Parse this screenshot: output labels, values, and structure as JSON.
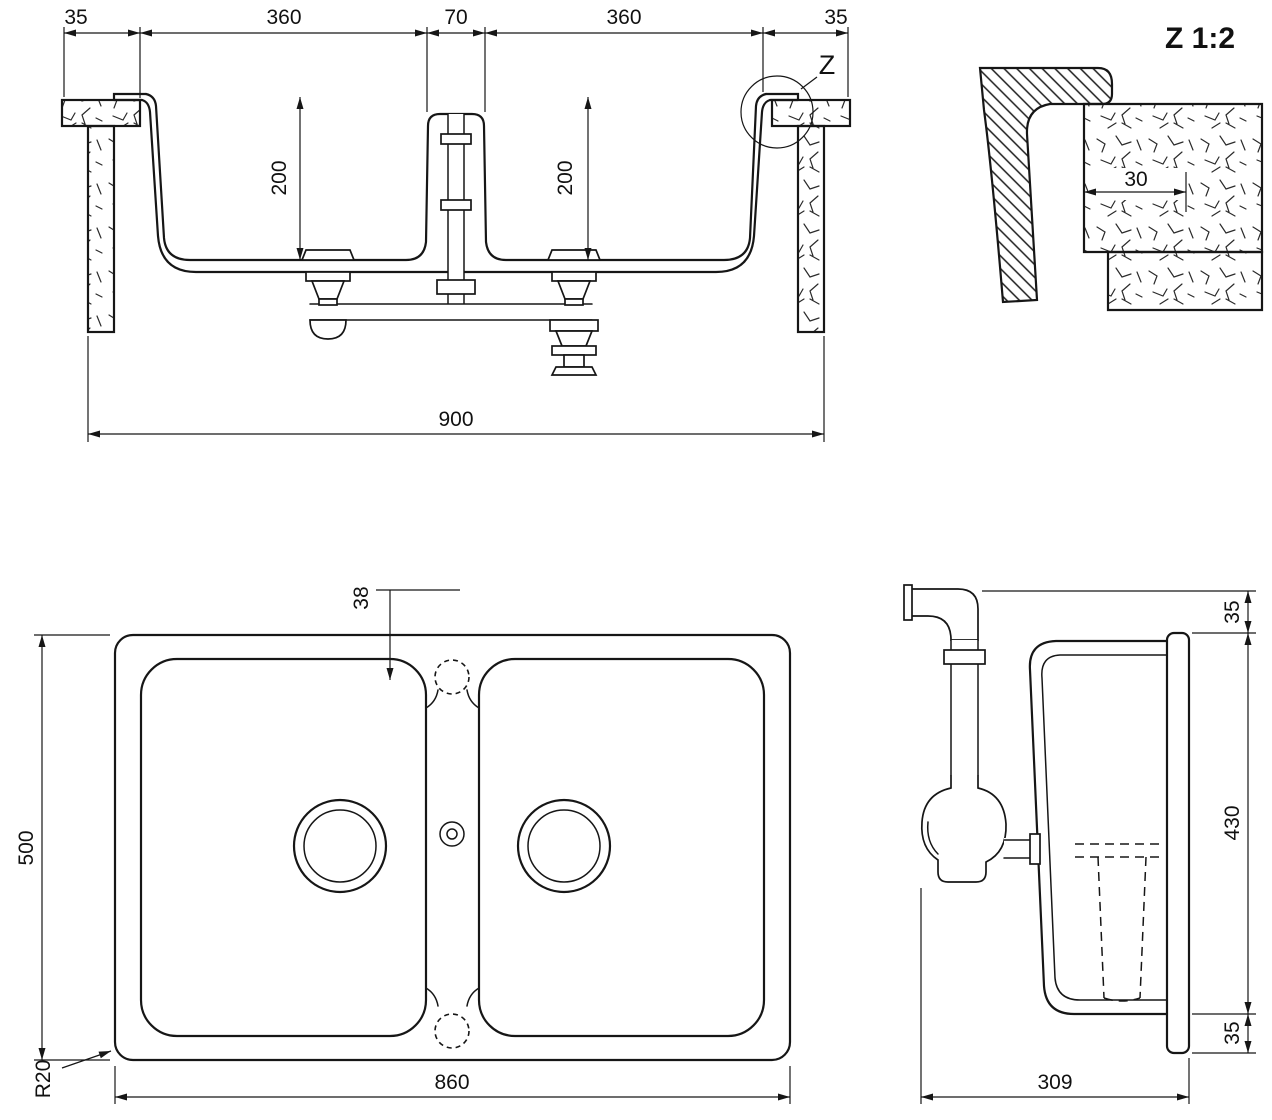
{
  "ink": "#161616",
  "paper": "#ffffff",
  "section_view": {
    "top_chain": [
      "35",
      "360",
      "70",
      "360",
      "35"
    ],
    "depth_left": "200",
    "depth_right": "200",
    "overall_width": "900",
    "detail_marker": "Z"
  },
  "detail_view": {
    "title": "Z 1:2",
    "edge_dim": "30"
  },
  "plan_view": {
    "tap_hole_dim": "38",
    "width": "500",
    "length": "860",
    "corner_radius": "R20"
  },
  "side_view": {
    "top_offset": "35",
    "body_height": "430",
    "bottom_offset": "35",
    "overall_depth": "309"
  }
}
